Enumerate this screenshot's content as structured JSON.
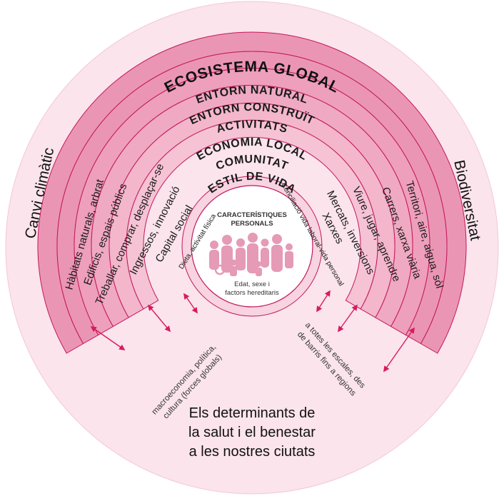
{
  "title": "ECOSISTEMA GLOBAL",
  "left_label": "Canvi climàtic",
  "right_label": "Biodiversitat",
  "rings": [
    "ENTORN NATURAL",
    "ENTORN CONSTRUÏT",
    "ACTIVITATS",
    "ECONOMIA LOCAL",
    "COMUNITAT",
    "ESTIL DE VIDA"
  ],
  "left_spokes": [
    "Hàbitats naturals, arbrat",
    "Edificis, espais públics",
    "Treballar, comprar, desplaçar-se",
    "Ingressos, innovació",
    "Capital social",
    "Dieta, activitat física"
  ],
  "right_spokes": [
    "Territori, aire, aigua, sòl",
    "Carrers, xarxa viària",
    "Viure, jugar, aprendre",
    "Mercats, inversions",
    "Xarxes",
    "Conciliació vida laboral-vida personal"
  ],
  "center": {
    "title_line1": "CARACTERÍSTIQUES",
    "title_line2": "PERSONALS",
    "sub_line1": "Edat, sexe i",
    "sub_line2": "factors hereditaris"
  },
  "notes": {
    "left_line1": "macroeconomia, política,",
    "left_line2": "cultura (forces globals)",
    "right_line1": "a totes les escales, des",
    "right_line2": "de barris fins a regions"
  },
  "caption": {
    "line1": "Els determinants de",
    "line2": "la salut i el benestar",
    "line3": "a les nostres ciutats"
  },
  "colors": {
    "outer_fill": "#fbe4ec",
    "band_fill": "#eb95b4",
    "band_fill_inner": "#f0aac3",
    "stroke": "#c2185b",
    "arrow": "#d81b60",
    "center_fill": "#ffffff",
    "people": "#e59ab6"
  }
}
